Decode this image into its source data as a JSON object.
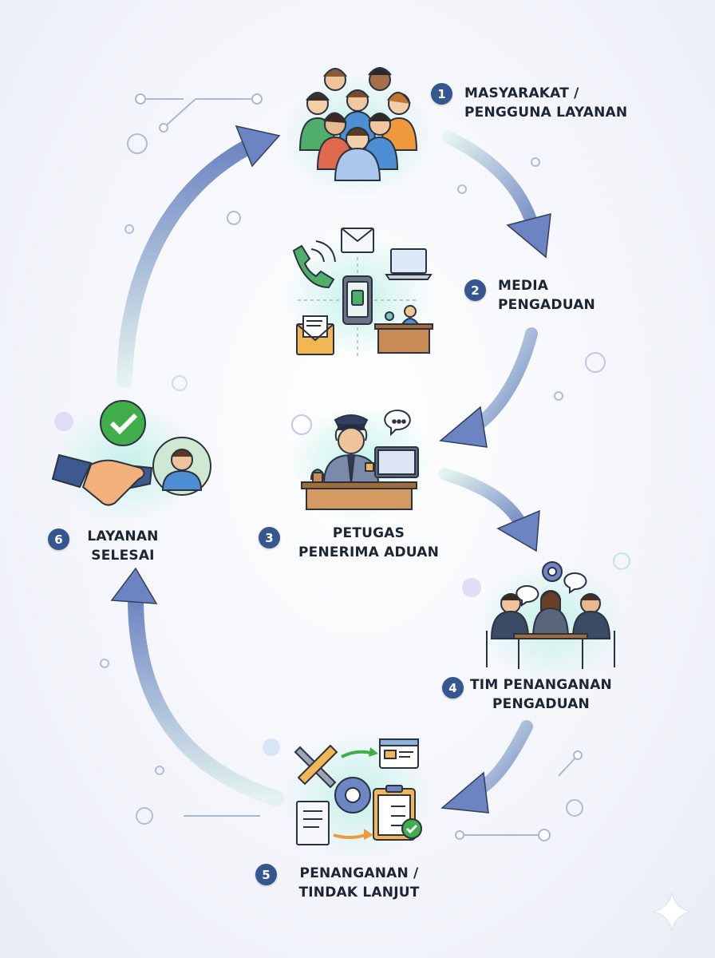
{
  "steps": [
    {
      "number": "1",
      "line1": "MASYARAKAT /",
      "line2": "PENGGUNA LAYANAN"
    },
    {
      "number": "2",
      "line1": "MEDIA",
      "line2": "PENGADUAN"
    },
    {
      "number": "3",
      "line1": "PETUGAS",
      "line2": "PENERIMA ADUAN"
    },
    {
      "number": "4",
      "line1": "TIM PENANGANAN",
      "line2": "PENGADUAN"
    },
    {
      "number": "5",
      "line1": "PENANGANAN /",
      "line2": "TINDAK LANJUT"
    },
    {
      "number": "6",
      "line1": "LAYANAN",
      "line2": "SELESAI"
    }
  ],
  "colors": {
    "badge": "#35568f",
    "arrow_light": "#dcefeb",
    "arrow_dark": "#6f86c4",
    "glow": "#c9f0ea",
    "shirt_green": "#4fae6a",
    "shirt_blue": "#4e8fd3",
    "shirt_orange": "#ee9a3c",
    "shirt_red": "#e0684f",
    "check_green": "#3fae4b"
  },
  "icons": {
    "step1": "people-group-icon",
    "step2": "complaint-channels-icon",
    "step3": "officer-at-desk-icon",
    "step4": "team-meeting-icon",
    "step5": "tools-and-checklist-icon",
    "step6": "handshake-complete-icon"
  }
}
